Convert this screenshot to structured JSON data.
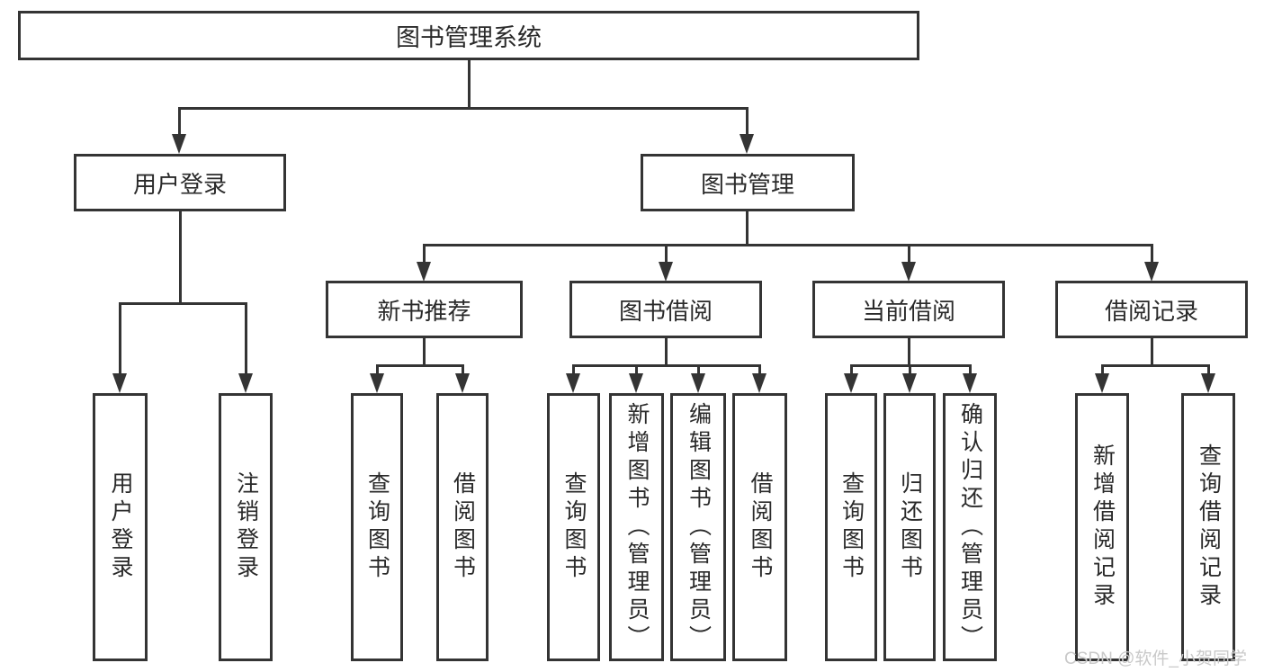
{
  "diagram": {
    "root": {
      "label": "图书管理系统"
    },
    "level2": [
      {
        "label": "用户登录"
      },
      {
        "label": "图书管理"
      }
    ],
    "level3": [
      {
        "label": "新书推荐"
      },
      {
        "label": "图书借阅"
      },
      {
        "label": "当前借阅"
      },
      {
        "label": "借阅记录"
      }
    ],
    "level4": {
      "user_login": [
        "用户登录",
        "注销登录"
      ],
      "new_book_recommend": [
        "查询图书",
        "借阅图书"
      ],
      "book_borrowing": [
        "查询图书",
        "新增图书（管理员）",
        "编辑图书（管理员）",
        "借阅图书"
      ],
      "current_borrowing": [
        "查询图书",
        "归还图书",
        "确认归还（管理员）"
      ],
      "borrow_records": [
        "新增借阅记录",
        "查询借阅记录"
      ]
    }
  },
  "watermark": {
    "text": "CSDN @软件_小贺同学"
  },
  "colors": {
    "line": "#343434",
    "text": "#2a2a2a",
    "background": "#ffffff",
    "watermark": "#c9c9c9"
  }
}
